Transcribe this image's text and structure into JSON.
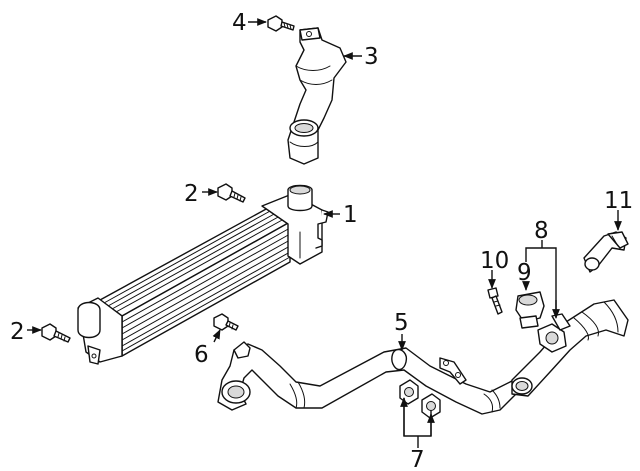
{
  "callouts": {
    "c1": "1",
    "c2a": "2",
    "c2b": "2",
    "c3": "3",
    "c4": "4",
    "c5": "5",
    "c6": "6",
    "c7": "7",
    "c8": "8",
    "c9": "9",
    "c10": "10",
    "c11": "11"
  },
  "colors": {
    "line": "#111111",
    "background": "#ffffff",
    "shade": "#d9d9d9"
  }
}
